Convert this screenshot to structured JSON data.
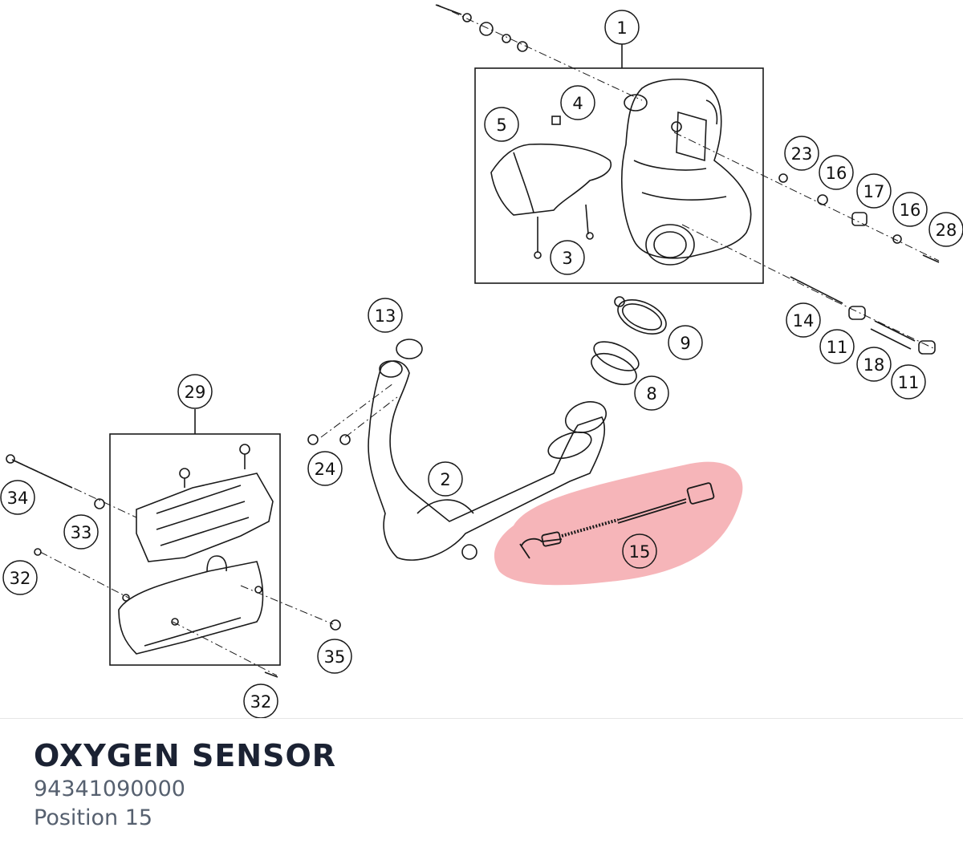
{
  "part": {
    "name": "OXYGEN SENSOR",
    "number": "94341090000",
    "position": "Position 15"
  },
  "callouts": [
    {
      "id": "c1",
      "label": "1"
    },
    {
      "id": "c2",
      "label": "2"
    },
    {
      "id": "c3",
      "label": "3"
    },
    {
      "id": "c4",
      "label": "4"
    },
    {
      "id": "c5",
      "label": "5"
    },
    {
      "id": "c8",
      "label": "8"
    },
    {
      "id": "c9",
      "label": "9"
    },
    {
      "id": "c11a",
      "label": "11"
    },
    {
      "id": "c11b",
      "label": "11"
    },
    {
      "id": "c13",
      "label": "13"
    },
    {
      "id": "c14",
      "label": "14"
    },
    {
      "id": "c15",
      "label": "15"
    },
    {
      "id": "c16a",
      "label": "16"
    },
    {
      "id": "c16b",
      "label": "16"
    },
    {
      "id": "c17",
      "label": "17"
    },
    {
      "id": "c18",
      "label": "18"
    },
    {
      "id": "c23",
      "label": "23"
    },
    {
      "id": "c24",
      "label": "24"
    },
    {
      "id": "c28",
      "label": "28"
    },
    {
      "id": "c29",
      "label": "29"
    },
    {
      "id": "c32a",
      "label": "32"
    },
    {
      "id": "c32b",
      "label": "32"
    },
    {
      "id": "c33",
      "label": "33"
    },
    {
      "id": "c34",
      "label": "34"
    },
    {
      "id": "c35",
      "label": "35"
    }
  ],
  "colors": {
    "highlight": "#f4a3a8",
    "line": "#1a1a1a",
    "title": "#1b2233",
    "subtitle": "#56606f"
  }
}
